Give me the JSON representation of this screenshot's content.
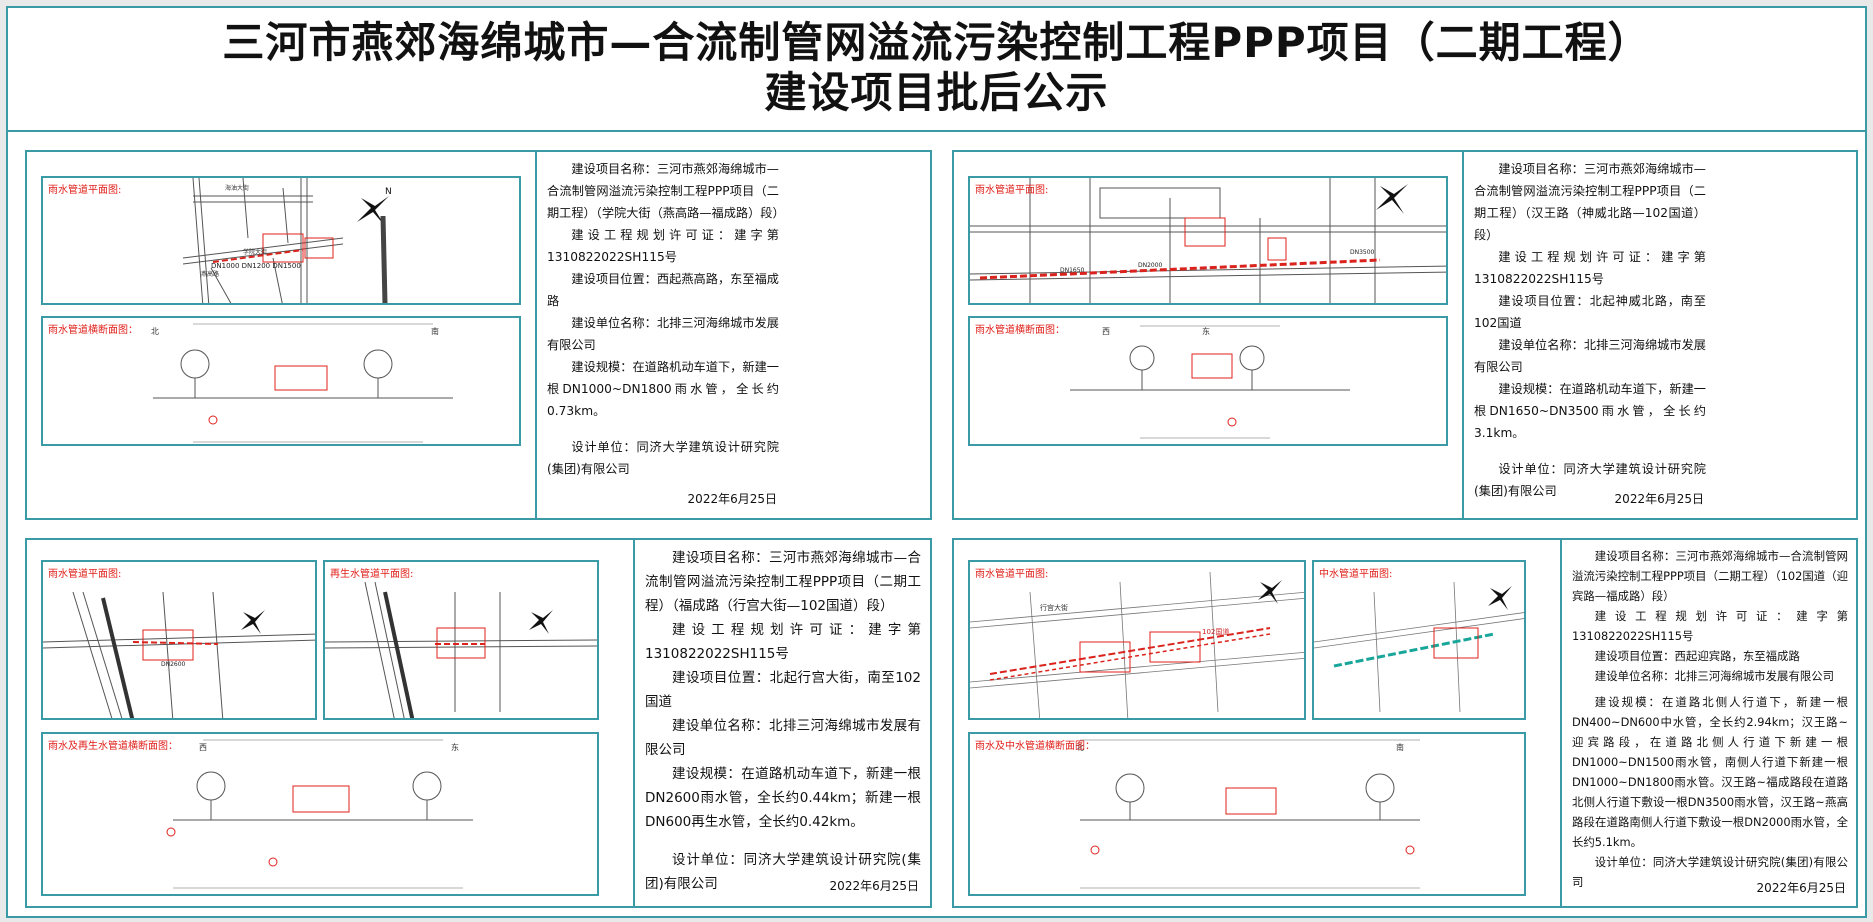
{
  "title": {
    "line1": "三河市燕郊海绵城市—合流制管网溢流污染控制工程PPP项目（二期工程）",
    "line2": "建设项目批后公示"
  },
  "panels": [
    {
      "labels": {
        "plan": "雨水管道平面图:",
        "section": "雨水管道横断面图："
      },
      "info": [
        "建设项目名称：三河市燕郊海绵城市—合流制管网溢流污染控制工程PPP项目（二期工程）（学院大街（燕高路—福成路）段）",
        "建设工程规划许可证：建字第1310822022SH115号",
        "建设项目位置：西起燕高路，东至福成路",
        "建设单位名称：北排三河海绵城市发展有限公司",
        "建设规模：在道路机动车道下，新建一根DN1000~DN1800雨水管，全长约0.73km。",
        "设计单位：同济大学建筑设计研究院(集团)有限公司"
      ],
      "date": "2022年6月25日",
      "plan_text": {
        "road1": "海油大街",
        "road2": "学院大街",
        "road3": "燕高路",
        "pipe": "DN1000 DN1200 DN1500"
      },
      "section_text": {
        "left": "北",
        "right": "南"
      }
    },
    {
      "labels": {
        "plan": "雨水管道平面图:",
        "section": "雨水管道横断面图："
      },
      "info": [
        "建设项目名称：三河市燕郊海绵城市—合流制管网溢流污染控制工程PPP项目（二期工程）（汉王路（神威北路—102国道）段）",
        "建设工程规划许可证：建字第1310822022SH115号",
        "建设项目位置：北起神威北路，南至102国道",
        "建设单位名称：北排三河海绵城市发展有限公司",
        "建设规模：在道路机动车道下，新建一根DN1650~DN3500雨水管，全长约3.1km。",
        "设计单位：同济大学建筑设计研究院(集团)有限公司"
      ],
      "date": "2022年6月25日",
      "plan_text": {
        "pipe1": "DN1650",
        "pipe2": "DN2000",
        "pipe3": "DN3500"
      },
      "section_text": {
        "left": "西",
        "right": "东"
      }
    },
    {
      "labels": {
        "plan": "雨水管道平面图:",
        "plan2": "再生水管道平面图:",
        "section": "雨水及再生水管道横断面图："
      },
      "info": [
        "建设项目名称：三河市燕郊海绵城市—合流制管网溢流污染控制工程PPP项目（二期工程）（福成路（行宫大街—102国道）段）",
        "建设工程规划许可证：建字第1310822022SH115号",
        "建设项目位置：北起行宫大街，南至102国道",
        "建设单位名称：北排三河海绵城市发展有限公司",
        "建设规模：在道路机动车道下，新建一根DN2600雨水管，全长约0.44km；新建一根DN600再生水管，全长约0.42km。",
        "设计单位：同济大学建筑设计研究院(集团)有限公司"
      ],
      "date": "2022年6月25日",
      "plan_text": {
        "pipe": "DN2600"
      },
      "section_text": {
        "left": "西",
        "right": "东"
      }
    },
    {
      "labels": {
        "plan": "雨水管道平面图:",
        "plan2": "中水管道平面图:",
        "section": "雨水及中水管道横断面图："
      },
      "info": [
        "建设项目名称：三河市燕郊海绵城市—合流制管网溢流污染控制工程PPP项目（二期工程）（102国道（迎宾路—福成路）段）",
        "建设工程规划许可证：建字第1310822022SH115号",
        "建设项目位置：西起迎宾路，东至福成路",
        "建设单位名称：北排三河海绵城市发展有限公司",
        "建设规模：在道路北侧人行道下，新建一根DN400~DN600中水管，全长约2.94km；汉王路~迎宾路段，在道路北侧人行道下新建一根DN1000~DN1500雨水管，南侧人行道下新建一根DN1000~DN1800雨水管。汉王路~福成路段在道路北侧人行道下敷设一根DN3500雨水管，汉王路~燕高路段在道路南侧人行道下敷设一根DN2000雨水管，全长约5.1km。",
        "设计单位：同济大学建筑设计研究院(集团)有限公司"
      ],
      "date": "2022年6月25日",
      "plan_text": {
        "road": "行宫大街",
        "pipe": "102国道"
      },
      "section_text": {
        "left": "北",
        "right": "南"
      }
    }
  ]
}
